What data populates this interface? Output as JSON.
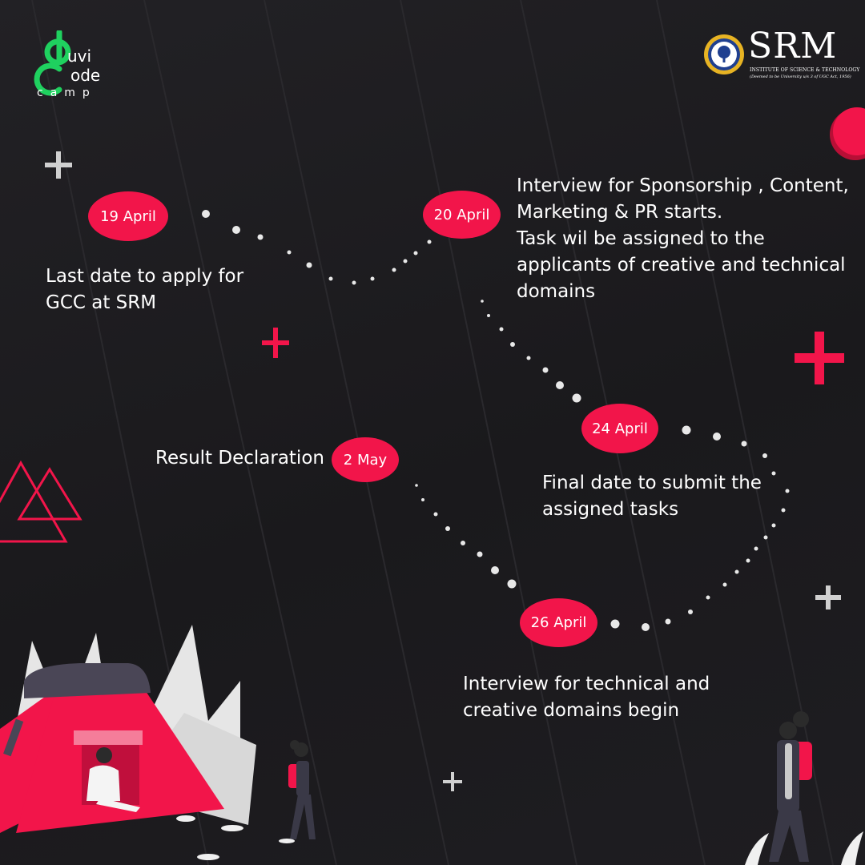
{
  "brand": {
    "guvi_letters_1": "uvi",
    "guvi_letters_2": "ode",
    "guvi_letters_3": "camp",
    "srm_name": "SRM",
    "srm_tagline": "INSTITUTE OF SCIENCE & TECHNOLOGY",
    "srm_subline": "(Deemed to be University u/s 3 of UGC Act, 1956)"
  },
  "timeline": [
    {
      "date": "19 April",
      "lines": [
        "Last date to apply for",
        "GCC at SRM"
      ]
    },
    {
      "date": "20 April",
      "lines": [
        "Interview for Sponsorship , Content,",
        "Marketing & PR starts.",
        "Task wil be assigned to the",
        "applicants of creative and technical",
        "domains"
      ]
    },
    {
      "date": "24 April",
      "lines": [
        "Final date to submit the",
        "assigned tasks"
      ]
    },
    {
      "date": "26 April",
      "lines": [
        "Interview for technical and",
        "creative domains begin"
      ]
    },
    {
      "date": "2 May",
      "lines": [
        "Result Declaration"
      ]
    }
  ],
  "colors": {
    "accent": "#f2154a",
    "guvi_green": "#1fd15f",
    "background": "#1c1b1e",
    "tent_roof": "#4a4656"
  },
  "icons": [
    "plus-icon",
    "triangle-icon",
    "tent-icon",
    "person-icon",
    "srm-emblem-icon",
    "guvi-logo-icon"
  ]
}
